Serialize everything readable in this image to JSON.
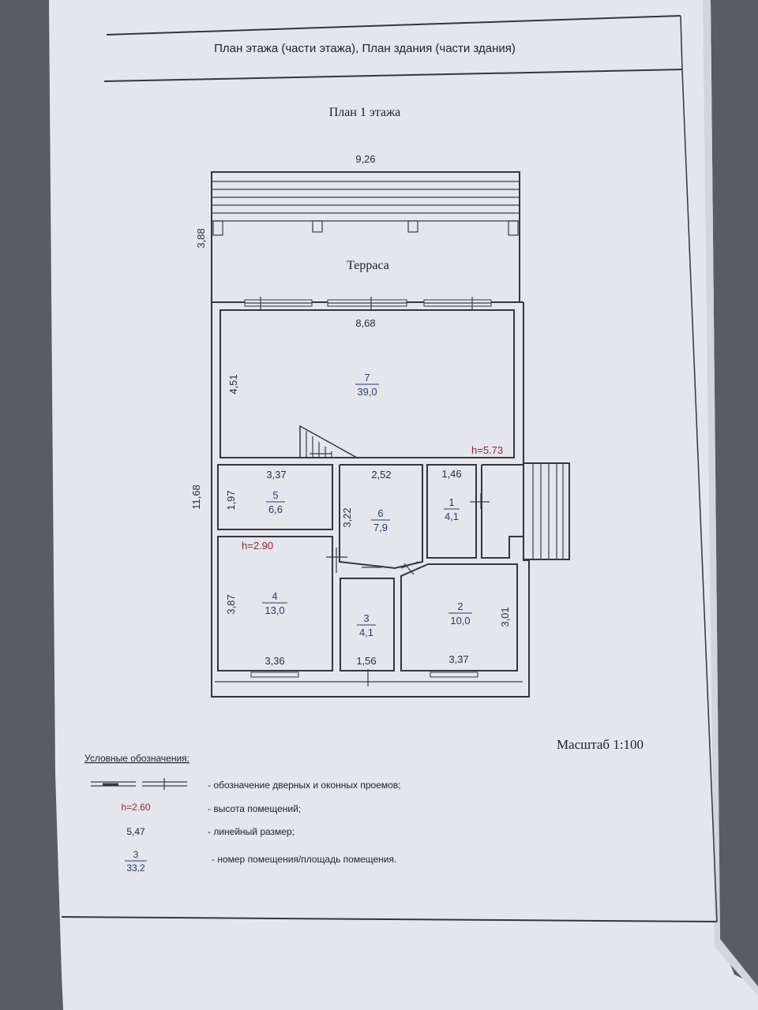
{
  "header": {
    "title": "План этажа (части этажа), План здания (части здания)"
  },
  "plan": {
    "title": "План 1 этажа",
    "scale": "Масштаб 1:100",
    "terrace_label": "Терраса",
    "dimensions": {
      "total_width": "9,26",
      "terrace_depth": "3,88",
      "total_length": "11,68",
      "room7_width": "8,68",
      "room7_depth": "4,51",
      "room5_width": "3,37",
      "room5_depth": "1,97",
      "room6_width": "2,52",
      "room6_depth": "3,22",
      "room1_width": "1,46",
      "room4_depth": "3,87",
      "room4_width": "3,36",
      "room3_width": "1,56",
      "room2_width": "3,37",
      "room2_depth": "3,01"
    },
    "heights": {
      "main": "h=5.73",
      "lower": "h=2.90"
    },
    "rooms": [
      {
        "num": "7",
        "area": "39,0"
      },
      {
        "num": "5",
        "area": "6,6"
      },
      {
        "num": "6",
        "area": "7,9"
      },
      {
        "num": "1",
        "area": "4,1"
      },
      {
        "num": "4",
        "area": "13,0"
      },
      {
        "num": "3",
        "area": "4,1"
      },
      {
        "num": "2",
        "area": "10,0"
      }
    ]
  },
  "legend": {
    "title": "Условные обозначения:",
    "items": [
      {
        "symbol": "",
        "text": "- обозначение дверных и оконных проемов;"
      },
      {
        "symbol": "h=2.60",
        "text": "- высота помещений;"
      },
      {
        "symbol": "5,47",
        "text": "- линейный размер;"
      },
      {
        "symbol_num": "3",
        "symbol_area": "33,2",
        "text": "- номер помещения/площадь помещения."
      }
    ]
  },
  "colors": {
    "paper": "#e4e6ec",
    "ink": "#34363c",
    "room_number": "#2d3a66",
    "height_mark": "#8a2a38",
    "background": "#5a5c61"
  }
}
